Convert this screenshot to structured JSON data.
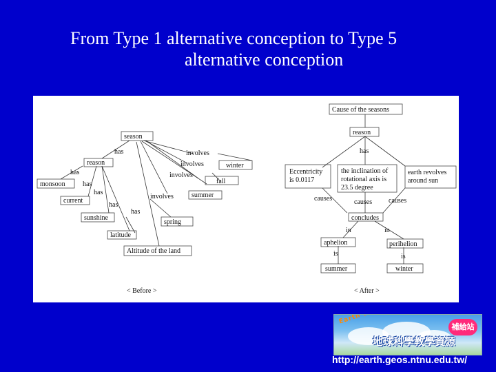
{
  "slide": {
    "title_line1": "From Type 1 alternative conception to Type 5",
    "title_line2": "alternative conception"
  },
  "diagram": {
    "before": {
      "caption": "< Before >",
      "nodes": {
        "season": "season",
        "reason": "reason",
        "monsoon": "monsoon",
        "current": "current",
        "sunshine": "sunshine",
        "latitude": "latitude",
        "altitude": "Altitude of the land",
        "winter": "winter",
        "fall": "fall",
        "summer": "summer",
        "spring": "spring"
      },
      "labels": {
        "has1": "has",
        "has2": "has",
        "has3": "has",
        "has4": "has",
        "has5": "has",
        "has6": "has",
        "involves1": "involves",
        "involves2": "involves",
        "involves3": "involves",
        "involves4": "involves"
      }
    },
    "after": {
      "caption": "< After >",
      "nodes": {
        "cause": "Cause of the seasons",
        "reason": "reason",
        "eccentricity_1": "Eccentricity",
        "eccentricity_2": "is 0.0117",
        "inclination_1": "the inclination of",
        "inclination_2": "rotational axis is",
        "inclination_3": "23.5 degree",
        "earth_1": "earth revolves",
        "earth_2": "around sun",
        "concludes": "concludes",
        "aphelion": "aphelion",
        "perihelion": "perihelion",
        "summer": "summer",
        "winter": "winter"
      },
      "labels": {
        "has": "has",
        "causes1": "causes",
        "causes2": "causes",
        "causes3": "causes",
        "in1": "in",
        "in2": "in",
        "is1": "is",
        "is2": "is"
      }
    }
  },
  "logo": {
    "arc_text": "Earth Science Wonderland",
    "chinese_title": "地球科學教學資源",
    "badge": "補給站",
    "url": "http://earth.geos.ntnu.edu.tw/"
  }
}
